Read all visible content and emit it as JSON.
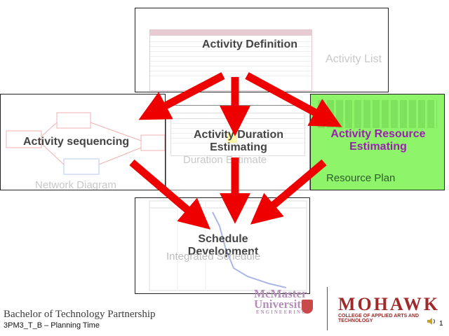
{
  "nodes": {
    "activity_definition": {
      "title": "Activity Definition",
      "caption": "Activity List"
    },
    "activity_sequencing": {
      "title": "Activity sequencing",
      "caption": "Network Diagram"
    },
    "duration_estimating": {
      "title_line1": "Activity Duration",
      "title_line2": "Estimating",
      "caption": "Duration Estimate"
    },
    "resource_estimating": {
      "title_line1": "Activity Resource",
      "title_line2": "Estimating",
      "caption": "Resource Plan"
    },
    "schedule_development": {
      "title_line1": "Schedule",
      "title_line2": "Development",
      "caption": "Integrated Schedule"
    }
  },
  "footer": {
    "program": "Bachelor of Technology Partnership",
    "course": "3PM3_T_B – Planning Time",
    "page": "1",
    "mcmaster_line1": "McMaster",
    "mcmaster_line2": "University",
    "mcmaster_line3": "ENGINEERING",
    "mohawk": "MOHAWK",
    "mohawk_sub": "COLLEGE OF APPLIED ARTS AND TECHNOLOGY"
  },
  "colors": {
    "arrow": "#ee0000",
    "resource_fill": "#8ef56a",
    "resource_title": "#9b1fb0",
    "brand_red": "#9e2a2a"
  }
}
